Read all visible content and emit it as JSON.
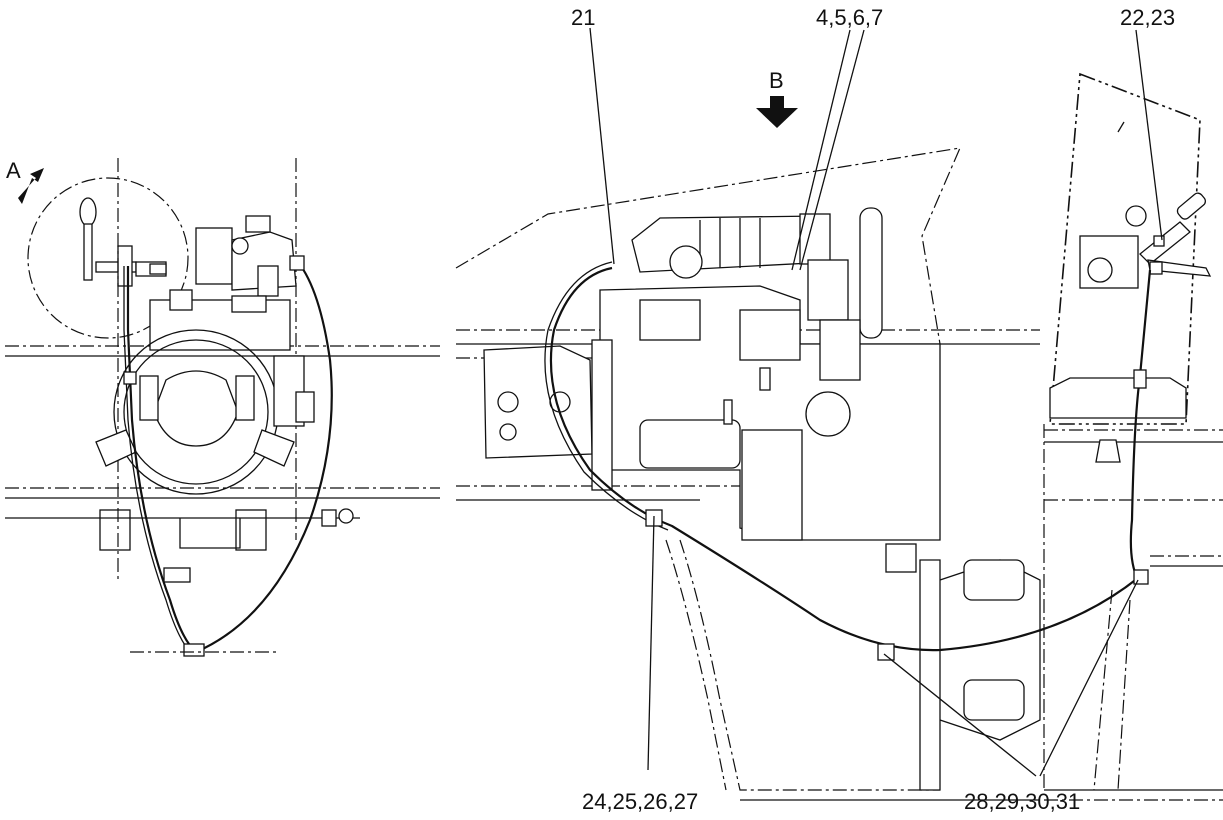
{
  "views": {
    "a_label": "A",
    "b_label": "B"
  },
  "callouts": {
    "c21": "21",
    "c4567": "4,5,6,7",
    "c2223": "22,23",
    "c24_27": "24,25,26,27",
    "c28_31": "28,29,30,31"
  },
  "colors": {
    "ink": "#111111",
    "paper": "#ffffff"
  }
}
